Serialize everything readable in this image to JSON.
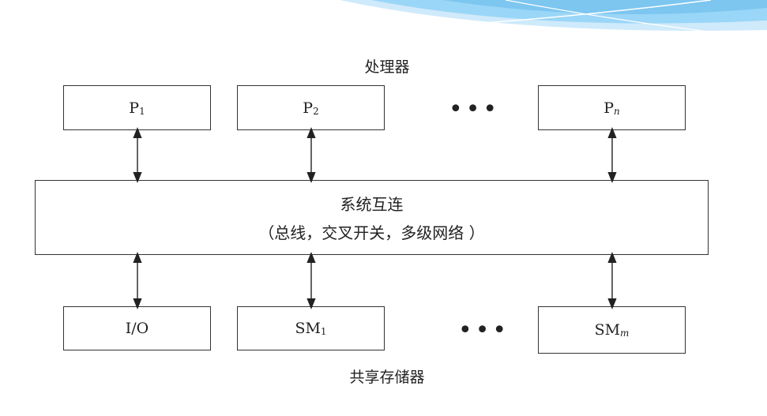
{
  "top_label": "处理器",
  "processors": [
    {
      "name": "P",
      "sub": "1"
    },
    {
      "name": "P",
      "sub": "2"
    },
    {
      "name": "P",
      "sub": "n"
    }
  ],
  "ellipsis": "•••",
  "interconnect": {
    "title": "系统互连",
    "subtitle": "（总线，交叉开关，多级网络 ）"
  },
  "bottom_nodes": [
    {
      "name": "I/O",
      "sub": ""
    },
    {
      "name": "SM",
      "sub": "1"
    },
    {
      "name": "SM",
      "sub": "m"
    }
  ],
  "bottom_label": "共享存储器",
  "colors": {
    "deco_blue": "#8fd0f5",
    "deco_light": "#cfeafb",
    "line": "#333333"
  }
}
